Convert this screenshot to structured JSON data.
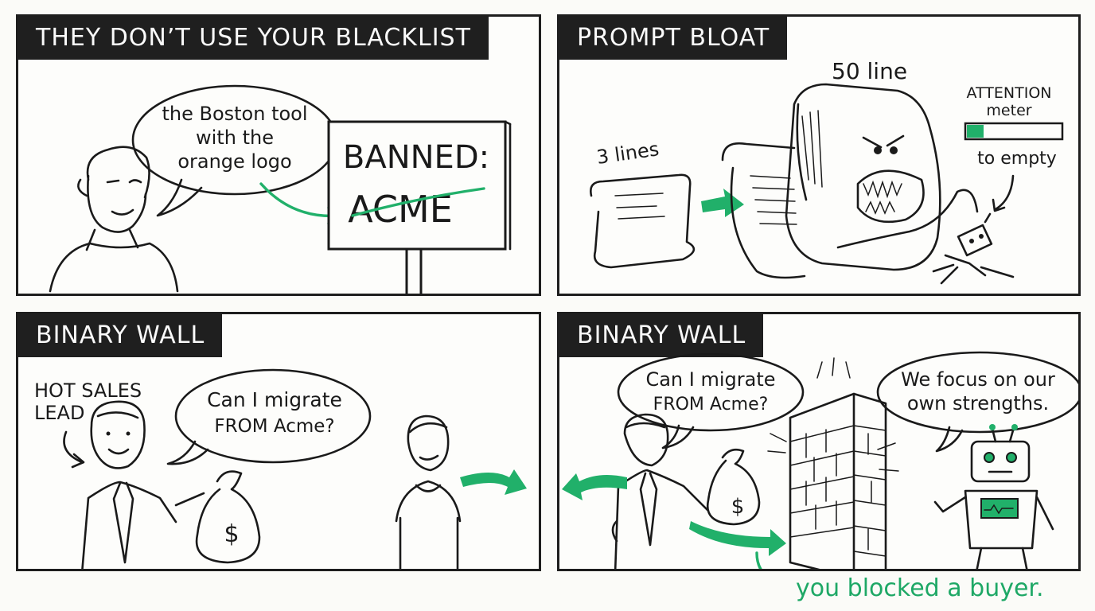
{
  "colors": {
    "accent": "#21b06a",
    "title_bg": "#1f1f1f",
    "ink": "#1a1a1a"
  },
  "panels": [
    {
      "title": "THEY DON’T USE YOUR BLACKLIST",
      "speech": [
        "the Boston tool",
        "with the",
        "orange logo"
      ],
      "sign_top": "BANNED:",
      "sign_bottom": "ACME"
    },
    {
      "title": "PROMPT BLOAT",
      "small_label": "3 lines",
      "big_label": "50 line",
      "meter_title": [
        "ATTENTION",
        "meter"
      ],
      "meter_level": 0.18,
      "meter_caption": "to empty"
    },
    {
      "title": "BINARY WALL",
      "lead_label": [
        "HOT SALES",
        "LEAD"
      ],
      "speech": [
        "Can I migrate",
        "FROM Acme?"
      ],
      "bag_symbol": "$"
    },
    {
      "title": "BINARY WALL",
      "speech_left": [
        "Can I migrate",
        "FROM Acme?"
      ],
      "speech_right": [
        "We focus on our",
        "own strengths."
      ],
      "bag_symbol": "$"
    }
  ],
  "caption": "you blocked a buyer."
}
